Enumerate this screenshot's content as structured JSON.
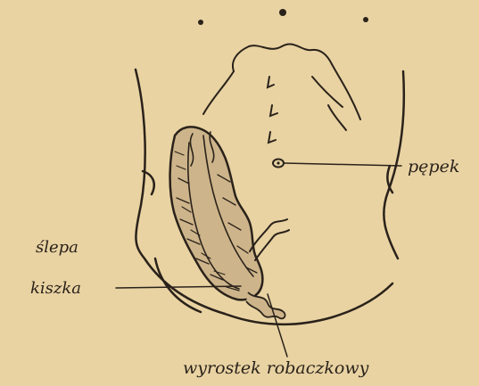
{
  "labels": {
    "navel": "pępek",
    "cecum_line1": "ślepa",
    "cecum_line2": "kiszka",
    "appendix": "wyrostek robaczkowy"
  },
  "colors": {
    "paper": "#e9d3a3",
    "ink": "#2a221a"
  }
}
